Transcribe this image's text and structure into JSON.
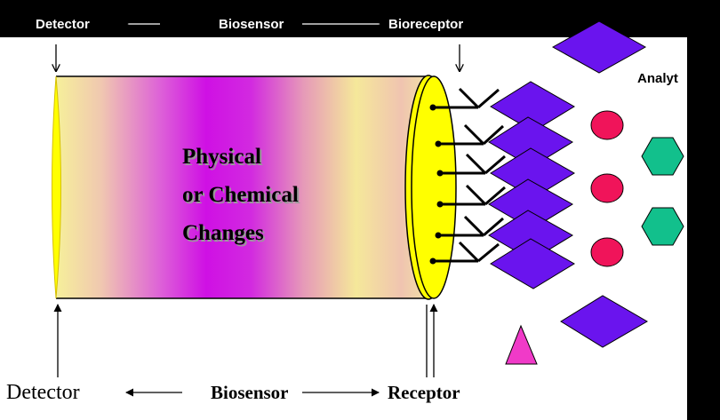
{
  "top_labels": {
    "detector": "Detector",
    "biosensor": "Biosensor",
    "bioreceptor": "Bioreceptor",
    "analyte": "Analyt"
  },
  "center_text": {
    "line1": "Physical",
    "line2": "or Chemical",
    "line3": "Changes"
  },
  "bottom_labels": {
    "detector": "Detector",
    "biosensor": "Biosensor",
    "receptor": "Receptor"
  },
  "colors": {
    "background": "#ffffff",
    "top_bar": "#000000",
    "right_bar": "#000000",
    "cylinder_light": "#f4ec9c",
    "cylinder_magenta": "#d012e2",
    "end_cap": "#ffff00",
    "diamond": "#6a14ee",
    "circle": "#f0145a",
    "hexagon": "#12c08c",
    "triangle": "#f03ac8",
    "arrow": "#000000"
  }
}
